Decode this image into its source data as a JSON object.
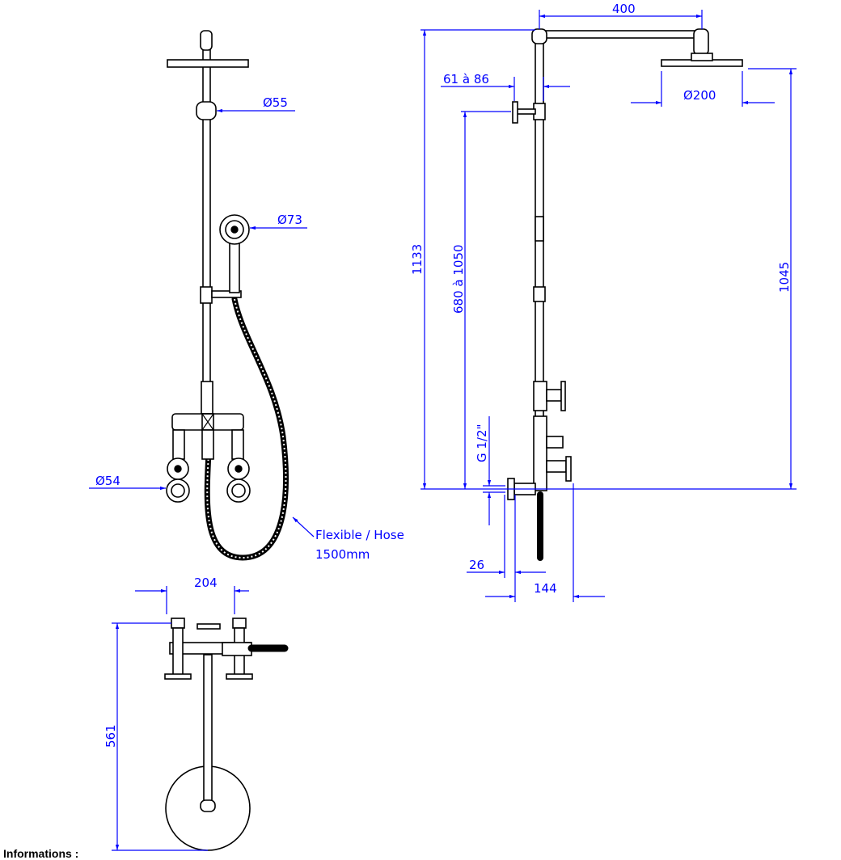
{
  "front_view": {
    "mount_diameter": "Ø55",
    "hand_shower_diameter": "Ø73",
    "valve_diameter": "Ø54",
    "hose_label": "Flexible / Hose",
    "hose_length": "1500mm"
  },
  "side_view": {
    "arm_length": "400",
    "head_diameter": "Ø200",
    "mount_offset": "61 à 86",
    "total_height": "1133",
    "bracket_height": "680 à 1050",
    "head_height": "1045",
    "thread": "G 1/2\"",
    "wall_offset": "26",
    "projection": "144"
  },
  "top_view": {
    "width": "204",
    "depth": "561"
  },
  "footer": {
    "informations_label": "Informations :"
  },
  "colors": {
    "dimension": "#0000ff",
    "line": "#000000"
  }
}
